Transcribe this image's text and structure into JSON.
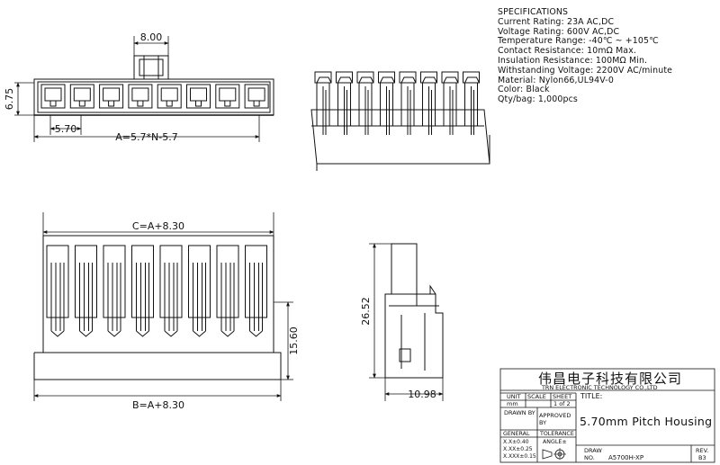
{
  "specifications": {
    "heading": "SPECIFICATIONS",
    "lines": [
      "Current Rating:  23A AC,DC",
      "Voltage Rating:  600V AC,DC",
      "Temperature Range:  -40℃ ~ +105℃",
      "Contact Resistance:  10mΩ Max.",
      "Insulation Resistance:  100MΩ Min.",
      "Withstanding Voltage:  2200V AC/minute",
      "Material:  Nylon66,UL94V-0",
      "Color: Black",
      "Qty/bag: 1,000pcs"
    ]
  },
  "dimensions": {
    "top_pitch_width": "8.00",
    "height_left": "6.75",
    "pitch": "5.70",
    "formula_a": "A=5.7*N-5.7",
    "formula_c": "C=A+8.30",
    "formula_b": "B=A+8.30",
    "front_height": "15.60",
    "side_height": "26.52",
    "side_width": "10.98"
  },
  "title_block": {
    "company_cn": "伟昌电子科技有限公司",
    "company_en": "TRN ELECTRONIC TECHNOLOGY CO.,LTD",
    "unit_label": "UNIT",
    "unit_value": "mm",
    "scale_label": "SCALE",
    "sheet_label": "SHEET",
    "sheet_value": "1 of 2",
    "title_label": "TITLE:",
    "title_value": "5.70mm  Pitch  Housing",
    "drawn_by_label": "DRAWN  BY",
    "approved_by_label": "APPROVED BY",
    "general_label": "GENERAL",
    "tolerance_label": "TOLERANCE",
    "tol_x": "X.X±0.40",
    "tol_xx": "X.XX±0.25",
    "tol_xxx": "X.XXX±0.15",
    "angle_label": "ANGLE±",
    "draw_no_label": "DRAW NO.",
    "draw_no_value": "A5700H-XP",
    "rev_label": "REV.",
    "rev_value": "B3"
  },
  "circuits": 8
}
